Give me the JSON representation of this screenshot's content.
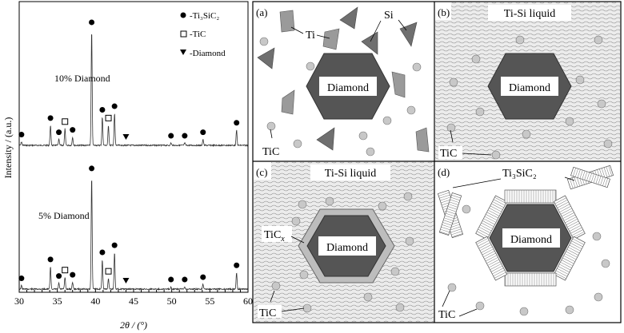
{
  "xrd": {
    "ylabel": "Intensity / (a.u.)",
    "xlabel": "2θ / (°)",
    "xticks": [
      "30",
      "35",
      "40",
      "45",
      "50",
      "55",
      "60"
    ],
    "xrange": [
      30,
      60
    ],
    "legend": [
      {
        "marker": "filled-circle",
        "label": "-Ti₃SiC₂"
      },
      {
        "marker": "open-square",
        "label": "-TiC"
      },
      {
        "marker": "filled-triangle-down",
        "label": "-Diamond"
      }
    ],
    "patterns": [
      {
        "label": "10% Diamond"
      },
      {
        "label": "5% Diamond"
      }
    ],
    "peaks": [
      {
        "two_theta": 30.3,
        "phase": "Ti3SiC2",
        "h_top": 0.03,
        "h_bot": 0.03
      },
      {
        "two_theta": 34.1,
        "phase": "Ti3SiC2",
        "h_top": 0.17,
        "h_bot": 0.19
      },
      {
        "two_theta": 35.2,
        "phase": "Ti3SiC2",
        "h_top": 0.05,
        "h_bot": 0.05
      },
      {
        "two_theta": 36.0,
        "phase": "TiC",
        "h_top": 0.14,
        "h_bot": 0.1
      },
      {
        "two_theta": 37.0,
        "phase": "Ti3SiC2",
        "h_top": 0.07,
        "h_bot": 0.06
      },
      {
        "two_theta": 39.5,
        "phase": "Ti3SiC2",
        "h_top": 0.98,
        "h_bot": 0.96
      },
      {
        "two_theta": 40.9,
        "phase": "Ti3SiC2",
        "h_top": 0.24,
        "h_bot": 0.25
      },
      {
        "two_theta": 41.7,
        "phase": "TiC",
        "h_top": 0.17,
        "h_bot": 0.09
      },
      {
        "two_theta": 42.5,
        "phase": "Ti3SiC2",
        "h_top": 0.27,
        "h_bot": 0.31
      },
      {
        "two_theta": 44.0,
        "phase": "Diamond",
        "h_top": 0.0,
        "h_bot": 0.0
      },
      {
        "two_theta": 49.9,
        "phase": "Ti3SiC2",
        "h_top": 0.02,
        "h_bot": 0.02
      },
      {
        "two_theta": 51.7,
        "phase": "Ti3SiC2",
        "h_top": 0.02,
        "h_bot": 0.02
      },
      {
        "two_theta": 54.1,
        "phase": "Ti3SiC2",
        "h_top": 0.05,
        "h_bot": 0.04
      },
      {
        "two_theta": 58.5,
        "phase": "Ti3SiC2",
        "h_top": 0.13,
        "h_bot": 0.14
      }
    ]
  },
  "panels": {
    "a": {
      "tag": "(a)",
      "labels": [
        "Ti",
        "Si",
        "TiC"
      ],
      "center": "Diamond"
    },
    "b": {
      "tag": "(b)",
      "title": "Ti-Si liquid",
      "labels": [
        "TiC"
      ],
      "center": "Diamond"
    },
    "c": {
      "tag": "(c)",
      "title": "Ti-Si liquid",
      "labels": [
        "TiC",
        "TiC"
      ],
      "center": "Diamond",
      "subscript": "x"
    },
    "d": {
      "tag": "(d)",
      "labels": [
        "Ti₃SiC₂",
        "TiC"
      ],
      "center": "Diamond"
    }
  },
  "colors": {
    "diamond": "#555555",
    "particle": "#c8c8c8",
    "ti_poly": "#9a9a9a",
    "si_poly": "#777777",
    "liquid": "#e8e8e8",
    "shell": "#bdbdbd"
  }
}
